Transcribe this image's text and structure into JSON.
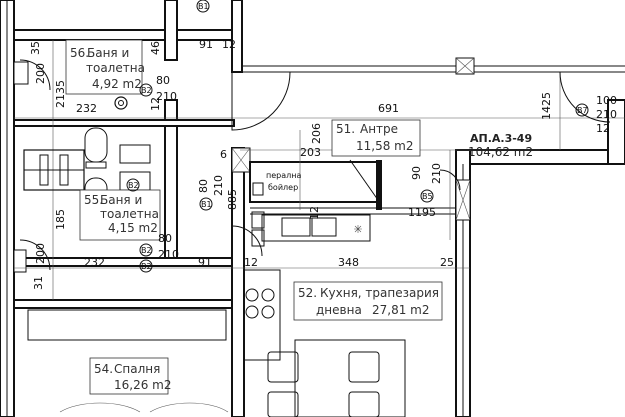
{
  "apartment": {
    "code": "АП.А.3-49",
    "area": "104,62 m2"
  },
  "rooms": {
    "bath1": {
      "num": "56.",
      "name_l1": "Баня и",
      "name_l2": "тоалетна",
      "area": "4,92 m2"
    },
    "hall": {
      "num": "51.",
      "name": "Антре",
      "area": "11,58 m2"
    },
    "bath2": {
      "num": "55.",
      "name_l1": "Баня и",
      "name_l2": "тоалетна",
      "area": "4,15 m2"
    },
    "kitchen": {
      "num": "52.",
      "name_l1": "Кухня, трапезария",
      "name_l2": "дневна",
      "area": "27,81 m2"
    },
    "bedroom": {
      "num": "54.",
      "name": "Спалня",
      "area": "16,26 m2"
    },
    "boiler": {
      "l1": "перална",
      "l2": "бойлер"
    }
  },
  "dims": {
    "d91_top": "91",
    "d12_top": "12",
    "d35": "35",
    "d46": "46",
    "d200_top": "200",
    "d80_a": "80",
    "d210_a": "210",
    "d12_a": "12",
    "d2135": "2135",
    "d232_a": "232",
    "d691": "691",
    "d206": "206",
    "d203": "203",
    "d1425": "1425",
    "d100": "100",
    "d210_b": "210",
    "d12_b": "12",
    "d6": "6",
    "d80_b": "80",
    "d210_c": "210",
    "d885": "885",
    "d90": "90",
    "d210_d": "210",
    "d1195": "1195",
    "d12_c": "12",
    "d80_c": "80",
    "d210_e": "210",
    "d185": "185",
    "d200_b": "200",
    "d232_b": "232",
    "d91_b": "91",
    "d12_d": "12",
    "d348": "348",
    "d25": "25",
    "d31": "31"
  },
  "tags": [
    "B1",
    "B2",
    "B7",
    "B2",
    "B1",
    "B5",
    "B2",
    "B2"
  ]
}
